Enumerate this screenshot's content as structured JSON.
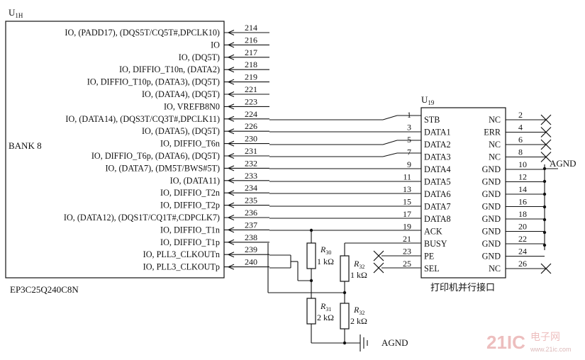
{
  "fpga": {
    "designator": "U",
    "designator_sub": "1H",
    "bank_label": "BANK 8",
    "part_number": "EP3C25Q240C8N",
    "pins": [
      {
        "label": "IO, (PADD17), (DQS5T/CQ5T#,DPCLK10)",
        "pin": "214"
      },
      {
        "label": "IO",
        "pin": "216"
      },
      {
        "label": "IO, (DQ5T)",
        "pin": "217"
      },
      {
        "label": "IO, DIFFIO_T10n, (DATA2)",
        "pin": "218"
      },
      {
        "label": "IO, DIFFIO_T10p, (DATA3), (DQ5T)",
        "pin": "219"
      },
      {
        "label": "IO, (DATA4), (DQ5T)",
        "pin": "221"
      },
      {
        "label": "IO, VREFB8N0",
        "pin": "223"
      },
      {
        "label": "IO, (DATA14), (DQS3T/CQ3T#,DPCLK11)",
        "pin": "224"
      },
      {
        "label": "IO, (DATA5), (DQ5T)",
        "pin": "226"
      },
      {
        "label": "IO, DIFFIO_T6n",
        "pin": "230"
      },
      {
        "label": "IO, DIFFIO_T6p, (DATA6), (DQ5T)",
        "pin": "231"
      },
      {
        "label": "IO, (DATA7), (DM5T/BWS#5T)",
        "pin": "232"
      },
      {
        "label": "IO, (DATA11)",
        "pin": "233"
      },
      {
        "label": "IO, DIFFIO_T2n",
        "pin": "234"
      },
      {
        "label": "IO, DIFFIO_T2p",
        "pin": "235"
      },
      {
        "label": "IO, (DATA12), (DQS1T/CQ1T#,CDPCLK7)",
        "pin": "236"
      },
      {
        "label": "IO, DIFFIO_T1n",
        "pin": "237"
      },
      {
        "label": "IO, DIFFIO_T1p",
        "pin": "238"
      },
      {
        "label": "IO, PLL3_CLKOUTn",
        "pin": "239"
      },
      {
        "label": "IO, PLL3_CLKOUTp",
        "pin": "240"
      }
    ]
  },
  "printer": {
    "designator": "U",
    "designator_sub": "19",
    "caption": "打印机并行接口",
    "left_pins": [
      {
        "label": "STB",
        "pin": "1"
      },
      {
        "label": "DATA1",
        "pin": "3"
      },
      {
        "label": "DATA2",
        "pin": "5"
      },
      {
        "label": "DATA3",
        "pin": "7"
      },
      {
        "label": "DATA4",
        "pin": "9"
      },
      {
        "label": "DATA5",
        "pin": "11"
      },
      {
        "label": "DATA6",
        "pin": "13"
      },
      {
        "label": "DATA7",
        "pin": "15"
      },
      {
        "label": "DATA8",
        "pin": "17"
      },
      {
        "label": "ACK",
        "pin": "19"
      },
      {
        "label": "BUSY",
        "pin": "21"
      },
      {
        "label": "PE",
        "pin": "23"
      },
      {
        "label": "SEL",
        "pin": "25"
      }
    ],
    "right_pins": [
      {
        "label": "NC",
        "pin": "2"
      },
      {
        "label": "ERR",
        "pin": "4"
      },
      {
        "label": "NC",
        "pin": "6"
      },
      {
        "label": "NC",
        "pin": "8"
      },
      {
        "label": "GND",
        "pin": "10"
      },
      {
        "label": "GND",
        "pin": "12"
      },
      {
        "label": "GND",
        "pin": "14"
      },
      {
        "label": "GND",
        "pin": "16"
      },
      {
        "label": "GND",
        "pin": "18"
      },
      {
        "label": "GND",
        "pin": "20"
      },
      {
        "label": "GND",
        "pin": "22"
      },
      {
        "label": "GND",
        "pin": "24"
      },
      {
        "label": "NC",
        "pin": "26"
      }
    ]
  },
  "resistors": {
    "r30": {
      "name": "R",
      "sub": "30",
      "value": "1 kΩ"
    },
    "r32a": {
      "name": "R",
      "sub": "32",
      "value": "1 kΩ"
    },
    "r31": {
      "name": "R",
      "sub": "31",
      "value": "2 kΩ"
    },
    "r32b": {
      "name": "R",
      "sub": "32",
      "value": "2 kΩ"
    }
  },
  "net_labels": {
    "agnd_right": "AGND",
    "agnd_bottom": "AGND"
  },
  "watermark": {
    "brand": "21IC",
    "cn": "电子网",
    "url": "www.21ic.com"
  }
}
